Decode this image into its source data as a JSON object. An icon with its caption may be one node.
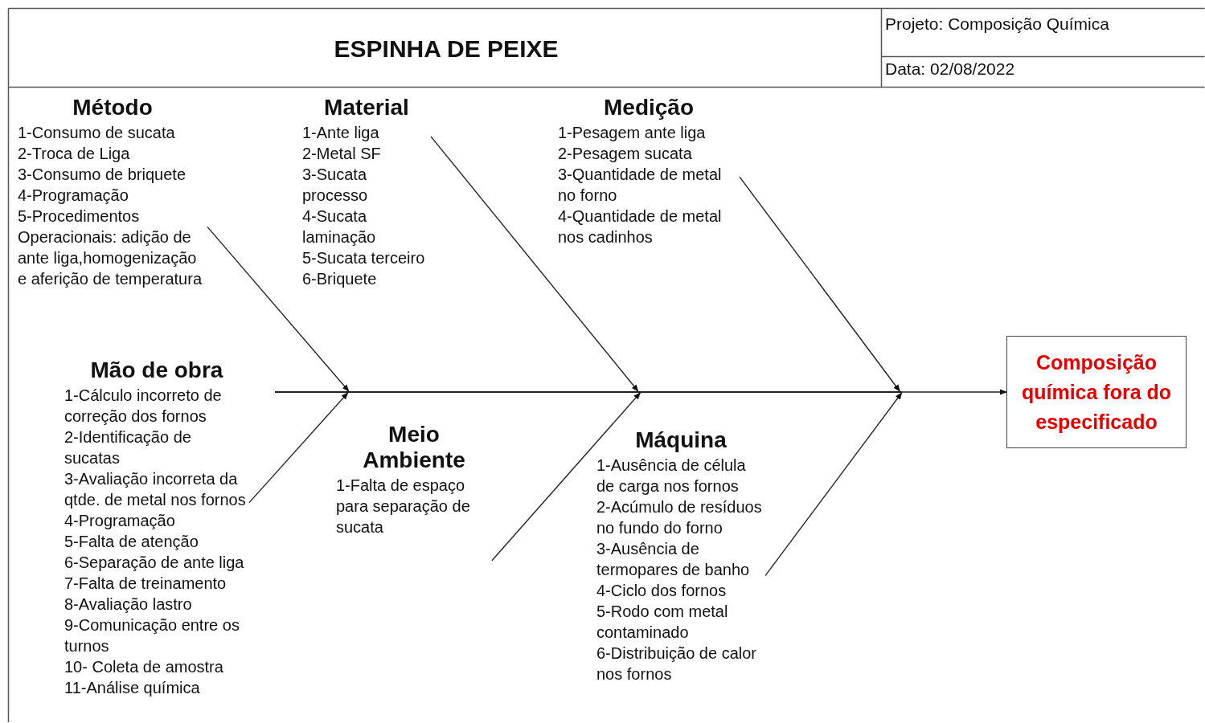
{
  "diagram": {
    "title": "ESPINHA DE PEIXE",
    "nodes": [
      {
        "text": [
          "Método",
          "1-Consumo de sucata",
          "2-Troca de Liga",
          "3-Consumo de briquete",
          "4-Programação",
          "5-Procedimentos Operacionais: adição de ante liga,homogenização e aferição de temperatura"
        ]
      },
      {
        "text": [
          "Material",
          "1-Ante liga",
          "2-Metal SF",
          "3-Sucata processo",
          "4-Sucata laminação",
          "5-Sucata terceiro",
          "6-Briquete"
        ]
      },
      {
        "text": [
          "Medição",
          "1-Pesagem ante liga",
          "2-Pesagem sucata",
          "3-Quantidade de metal no forno",
          "4-Quantidade de metal nos cadinhos"
        ]
      },
      {
        "text": [
          "Mão de obra",
          "1-Cálculo incorreto de correção dos fornos",
          "2-Identificação de sucatas",
          "3-Avaliação incorreta da qtde. de metal nos fornos",
          "4-Programação",
          "5-Falta de atenção",
          "6-Separação de ante liga",
          "7-Falta de treinamento",
          "8-Avaliação lastro",
          "9-Comunicação entre os turnos",
          "10- Coleta de amostra",
          "11-Análise química"
        ]
      },
      {
        "text": [
          "Meio Ambiente",
          "1-Falta de espaço para separação de sucata"
        ]
      },
      {
        "text": [
          "Máquina",
          "1-Ausência de célula de carga nos fornos",
          "2-Acúmulo de resíduos no fundo do forno",
          "3-Ausência de termopares de banho",
          "4-Ciclo dos fornos",
          "5-Rodo com metal contaminado",
          "6-Distribuição de calor nos fornos"
        ]
      },
      {
        "text": [],
        "shape": "bar"
      },
      {
        "text": [
          "Composição química fora do especificado"
        ]
      }
    ],
    "edges": [
      {
        "from": 0,
        "to": 6,
        "arrow": "to"
      },
      {
        "from": 1,
        "to": 6,
        "arrow": "to"
      },
      {
        "from": 2,
        "to": 6,
        "arrow": "to"
      },
      {
        "from": 3,
        "to": 6,
        "arrow": "to"
      },
      {
        "from": 4,
        "to": 6,
        "arrow": "to"
      },
      {
        "from": 5,
        "to": 6,
        "arrow": "to"
      },
      {
        "from": 6,
        "to": 7,
        "arrow": "to"
      }
    ],
    "labels": [
      "Projeto: Composição Química",
      "Data: 02/08/2022"
    ]
  }
}
